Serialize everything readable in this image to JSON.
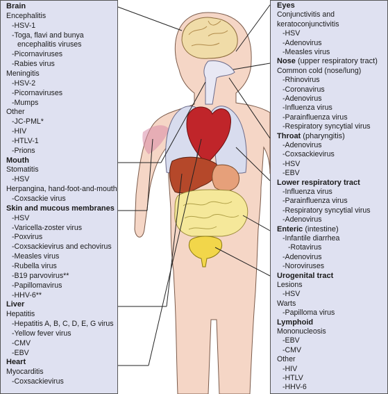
{
  "left": [
    {
      "t": "Brain",
      "bold": true
    },
    {
      "t": "Encephalitis"
    },
    {
      "t": "-HSV-1",
      "i": 1
    },
    {
      "t": "-Toga, flavi and bunya",
      "i": 1
    },
    {
      "t": "encephalitis viruses",
      "i": 2
    },
    {
      "t": "-Picornaviruses",
      "i": 1
    },
    {
      "t": "-Rabies virus",
      "i": 1
    },
    {
      "t": "Meningitis"
    },
    {
      "t": "-HSV-2",
      "i": 1
    },
    {
      "t": "-Picornaviruses",
      "i": 1
    },
    {
      "t": "-Mumps",
      "i": 1
    },
    {
      "t": "Other"
    },
    {
      "t": "-JC-PML*",
      "i": 1
    },
    {
      "t": "-HIV",
      "i": 1
    },
    {
      "t": "-HTLV-1",
      "i": 1
    },
    {
      "t": "-Prions",
      "i": 1
    },
    {
      "t": "Mouth",
      "bold": true
    },
    {
      "t": "Stomatitis"
    },
    {
      "t": "-HSV",
      "i": 1
    },
    {
      "t": "Herpangina, hand-foot-and-mouth"
    },
    {
      "t": "-Coxsackie virus",
      "i": 1
    },
    {
      "t": "Skin and mucous membranes",
      "bold": true
    },
    {
      "t": "-HSV",
      "i": 1
    },
    {
      "t": "-Varicella-zoster virus",
      "i": 1
    },
    {
      "t": "-Poxvirus",
      "i": 1
    },
    {
      "t": "-Coxsackievirus and echovirus",
      "i": 1
    },
    {
      "t": "-Measles virus",
      "i": 1
    },
    {
      "t": "-Rubella virus",
      "i": 1
    },
    {
      "t": "-B19 parvovirus**",
      "i": 1
    },
    {
      "t": "-Papillomavirus",
      "i": 1
    },
    {
      "t": "-HHV-6**",
      "i": 1
    },
    {
      "t": "Liver",
      "bold": true
    },
    {
      "t": "Hepatitis"
    },
    {
      "t": "-Hepatitis A, B, C, D, E, G virus",
      "i": 1
    },
    {
      "t": "-Yellow fever virus",
      "i": 1
    },
    {
      "t": "-CMV",
      "i": 1
    },
    {
      "t": "-EBV",
      "i": 1
    },
    {
      "t": "Heart",
      "bold": true
    },
    {
      "t": "Myocarditis"
    },
    {
      "t": "-Coxsackievirus",
      "i": 1
    }
  ],
  "right": [
    {
      "t": "Eyes",
      "bold": true
    },
    {
      "t": "Conjunctivitis and"
    },
    {
      "t": "keratoconjunctivitis"
    },
    {
      "t": "-HSV",
      "i": 1
    },
    {
      "t": "-Adenovirus",
      "i": 1
    },
    {
      "t": "-Measles virus",
      "i": 1
    },
    {
      "t": "Nose",
      "bold": true,
      "q": " (upper respiratory tract)"
    },
    {
      "t": "Common cold (nose/lung)"
    },
    {
      "t": "-Rhinovirus",
      "i": 1
    },
    {
      "t": "-Coronavirus",
      "i": 1
    },
    {
      "t": "-Adenovirus",
      "i": 1
    },
    {
      "t": "-Influenza virus",
      "i": 1
    },
    {
      "t": "-Parainfluenza virus",
      "i": 1
    },
    {
      "t": "-Respiratory syncytial virus",
      "i": 1
    },
    {
      "t": "Throat",
      "bold": true,
      "q": " (pharyngitis)"
    },
    {
      "t": "-Adenovirus",
      "i": 1
    },
    {
      "t": "-Coxsackievirus",
      "i": 1
    },
    {
      "t": "-HSV",
      "i": 1
    },
    {
      "t": "-EBV",
      "i": 1
    },
    {
      "t": "Lower respiratory tract",
      "bold": true
    },
    {
      "t": "-Influenza virus",
      "i": 1
    },
    {
      "t": "-Parainfluenza virus",
      "i": 1
    },
    {
      "t": "-Respiratory syncytial virus",
      "i": 1
    },
    {
      "t": "-Adenovirus",
      "i": 1
    },
    {
      "t": "Enteric",
      "bold": true,
      "q": " (intestine)"
    },
    {
      "t": "-Infantile diarrhea",
      "i": 1
    },
    {
      "t": "-Rotavirus",
      "i": 2
    },
    {
      "t": "-Adenovirus",
      "i": 1
    },
    {
      "t": "-Noroviruses",
      "i": 1
    },
    {
      "t": "Urogenital tract",
      "bold": true
    },
    {
      "t": "Lesions"
    },
    {
      "t": "-HSV",
      "i": 1
    },
    {
      "t": "Warts"
    },
    {
      "t": "-Papilloma virus",
      "i": 1
    },
    {
      "t": "Lymphoid",
      "bold": true
    },
    {
      "t": "Mononucleosis"
    },
    {
      "t": "-EBV",
      "i": 1
    },
    {
      "t": "-CMV",
      "i": 1
    },
    {
      "t": "Other"
    },
    {
      "t": "-HIV",
      "i": 1
    },
    {
      "t": "-HTLV",
      "i": 1
    },
    {
      "t": "-HHV-6",
      "i": 1
    }
  ],
  "colors": {
    "panel": "#dfe1f1",
    "skin": "#f5d6c6",
    "brain": "#f0dca8",
    "heart": "#c0252a",
    "liver": "#b5482a",
    "intestine": "#f5e89a",
    "bladder": "#f2d64a",
    "lung": "#d8dcee"
  }
}
